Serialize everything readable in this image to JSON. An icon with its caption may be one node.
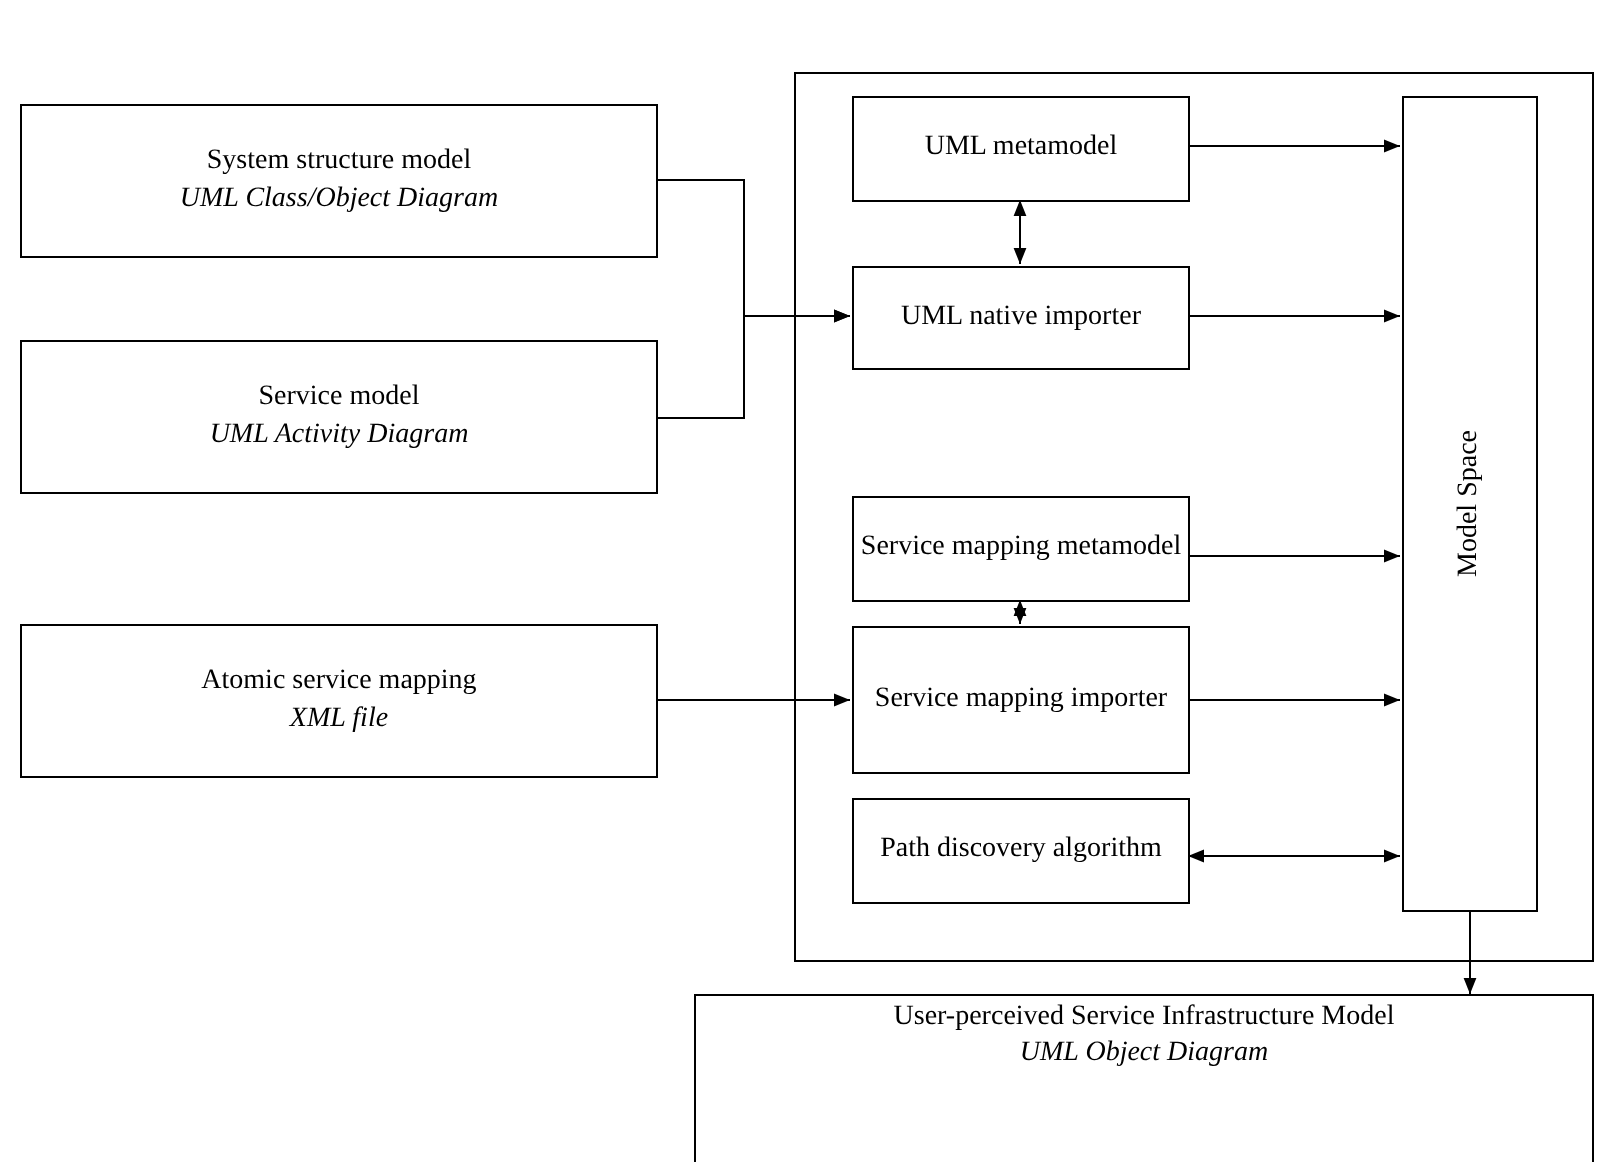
{
  "diagram": {
    "nodes": [
      {
        "text": [
          "System structure model",
          "UML Class/Object Diagram"
        ]
      },
      {
        "text": [
          "Service model",
          "UML Activity Diagram"
        ]
      },
      {
        "text": [
          "Atomic service mapping",
          "XML file"
        ]
      },
      {
        "text": [],
        "shape": "box"
      },
      {
        "text": [
          "UML metamodel"
        ],
        "in": 3
      },
      {
        "text": [
          "UML native importer"
        ],
        "in": 3
      },
      {
        "text": [
          "Service mapping metamodel"
        ],
        "in": 3
      },
      {
        "text": [
          "Service mapping importer"
        ],
        "in": 3
      },
      {
        "text": [
          "Path discovery algorithm"
        ],
        "in": 3
      },
      {
        "text": [
          "Model Space"
        ],
        "in": 3
      },
      {
        "text": [
          "User-perceived Service Infrastructure Model",
          "UML Object Diagram"
        ]
      }
    ],
    "edges": [
      {
        "from": 0,
        "to": 5,
        "arrow": "to"
      },
      {
        "from": 1,
        "to": 5,
        "arrow": "to"
      },
      {
        "from": 2,
        "to": 7,
        "arrow": "to"
      },
      {
        "from": 4,
        "to": 5,
        "arrow": "both"
      },
      {
        "from": 6,
        "to": 7,
        "arrow": "both"
      },
      {
        "from": 4,
        "to": 9,
        "arrow": "to"
      },
      {
        "from": 5,
        "to": 9,
        "arrow": "to"
      },
      {
        "from": 6,
        "to": 9,
        "arrow": "to"
      },
      {
        "from": 7,
        "to": 9,
        "arrow": "to"
      },
      {
        "from": 8,
        "to": 9,
        "arrow": "both"
      },
      {
        "from": 9,
        "to": 10,
        "arrow": "to"
      }
    ]
  }
}
